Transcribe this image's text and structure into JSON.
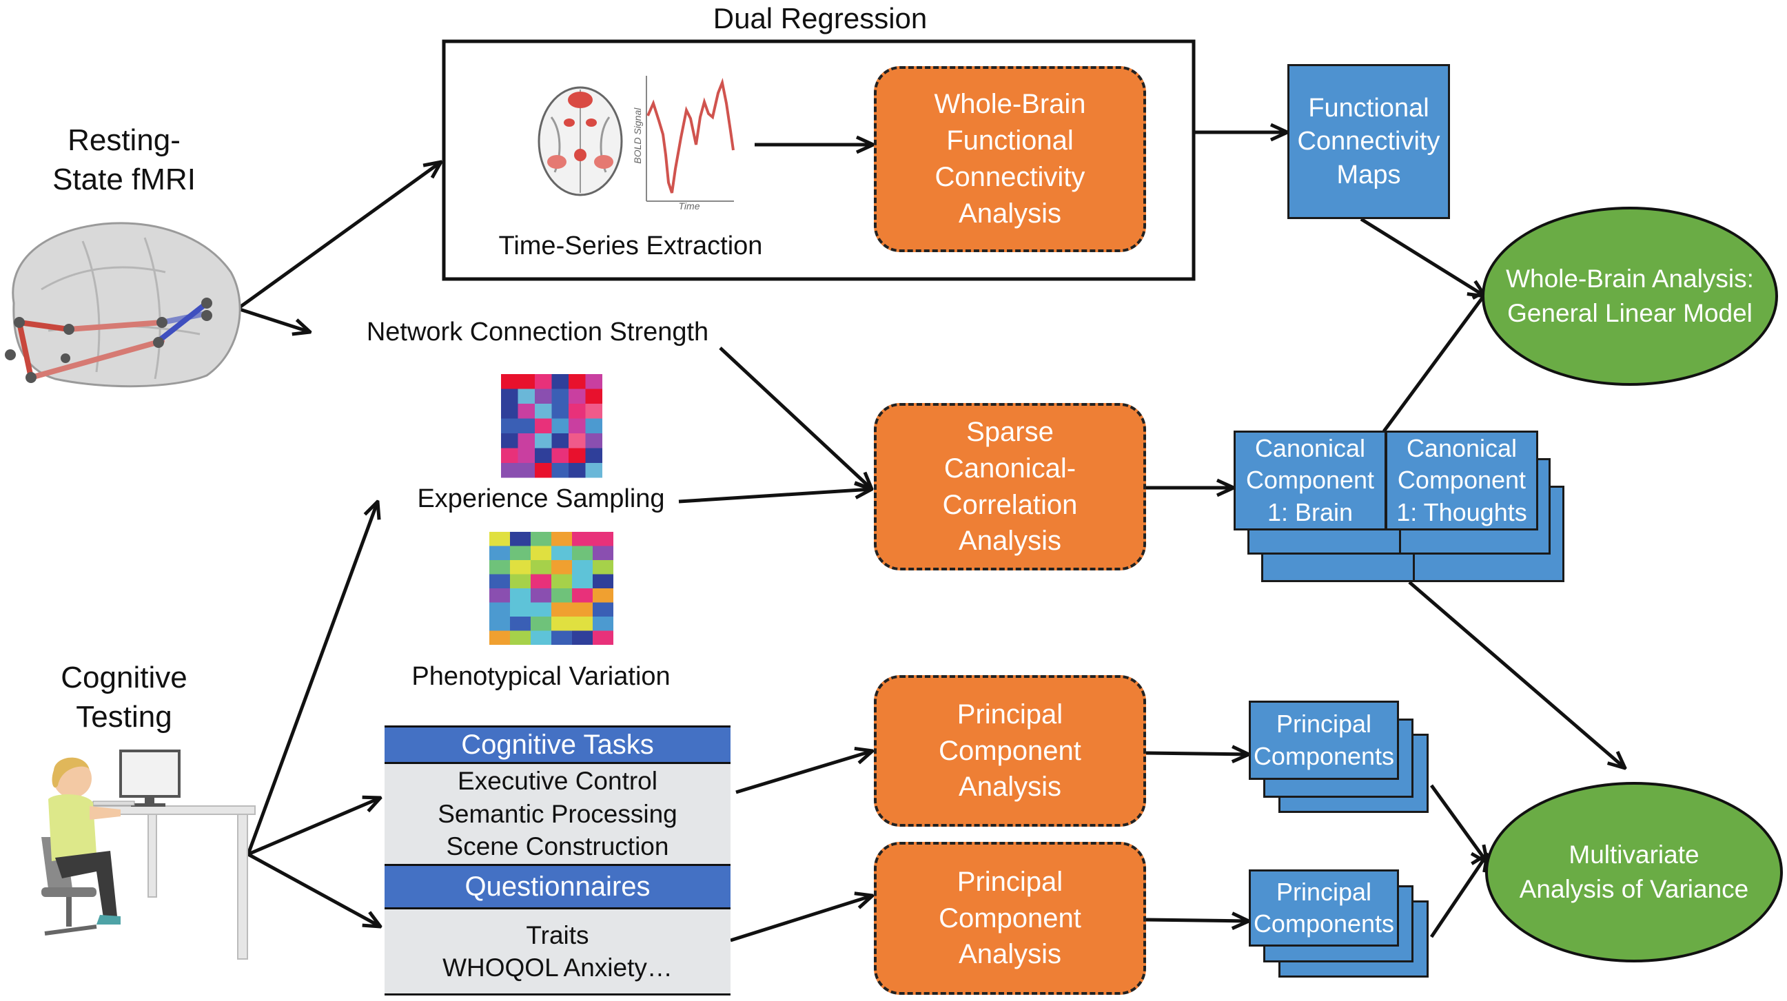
{
  "dual_regression": {
    "title": "Dual Regression",
    "time_series_label": "Time-Series Extraction",
    "bold_axis_label": "BOLD Signal",
    "time_axis_label": "Time",
    "analysis_box": "Whole-Brain\nFunctional\nConnectivity\nAnalysis"
  },
  "inputs": {
    "fmri_label": "Resting-\nState fMRI",
    "cognitive_label": "Cognitive\nTesting"
  },
  "middle": {
    "network_label": "Network Connection Strength",
    "experience_label": "Experience Sampling",
    "phenotype_label": "Phenotypical Variation"
  },
  "table": {
    "tasks_header": "Cognitive Tasks",
    "tasks_items": [
      "Executive Control",
      "Semantic Processing",
      "Scene Construction"
    ],
    "questionnaires_header": "Questionnaires",
    "questionnaire_items": [
      "Traits",
      "WHOQOL Anxiety…"
    ]
  },
  "boxes": {
    "scca": "Sparse\nCanonical-\nCorrelation\nAnalysis",
    "pca_1": "Principal\nComponent\nAnalysis",
    "pca_2": "Principal\nComponent\nAnalysis",
    "fc_maps": "Functional\nConnectivity\nMaps",
    "cc_brain": "Canonical\nComponent\n1: Brain",
    "cc_thoughts": "Canonical\nComponent\n1: Thoughts",
    "pcs_1": "Principal\nComponents",
    "pcs_2": "Principal\nComponents"
  },
  "outcomes": {
    "glm": "Whole-Brain Analysis:\nGeneral Linear Model",
    "manova": "Multivariate\nAnalysis of Variance"
  },
  "colors": {
    "orange": "#ee7f35",
    "blue_box": "#4e92d0",
    "table_header": "#4471c4",
    "green": "#6aac45",
    "signal_line": "#d0534e"
  }
}
